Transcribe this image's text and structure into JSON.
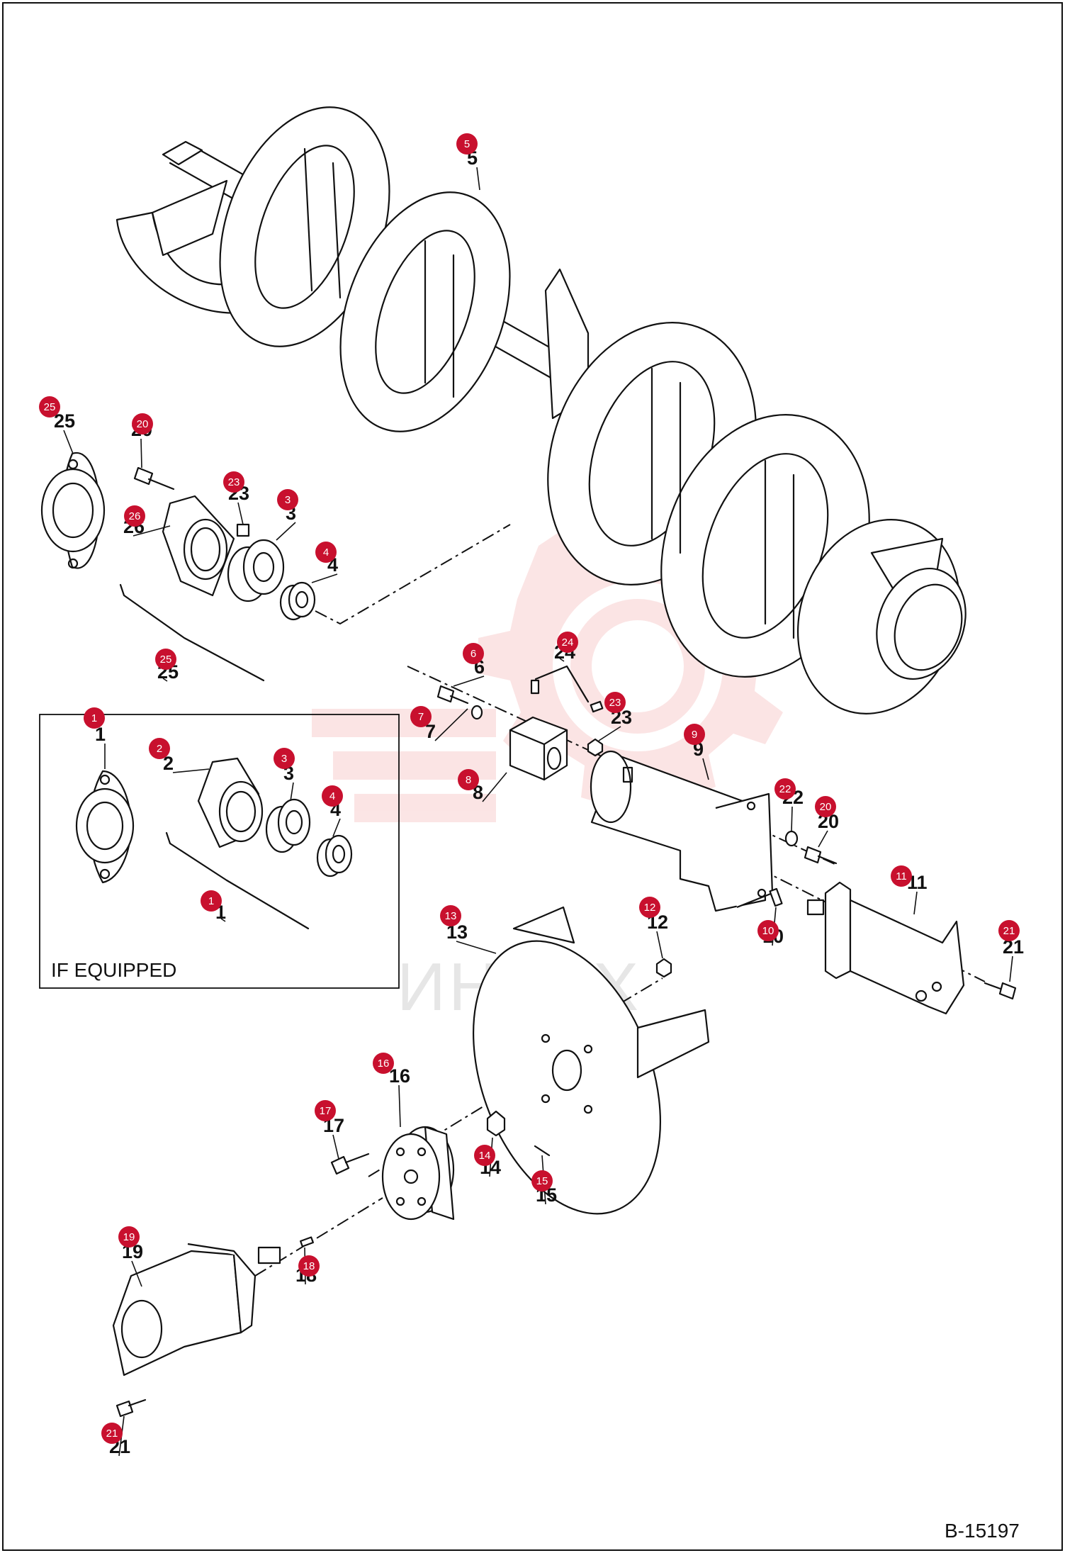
{
  "diagram": {
    "figure_id": "B-15197",
    "inset_caption": "IF EQUIPPED",
    "watermark_text": "ИНТЕХ",
    "callout_color": "#c8102e",
    "callouts": [
      {
        "id": "5"
      },
      {
        "id": "25"
      },
      {
        "id": "20"
      },
      {
        "id": "23"
      },
      {
        "id": "3"
      },
      {
        "id": "26"
      },
      {
        "id": "4"
      },
      {
        "id": "25"
      },
      {
        "id": "6"
      },
      {
        "id": "24"
      },
      {
        "id": "7"
      },
      {
        "id": "23"
      },
      {
        "id": "8"
      },
      {
        "id": "9"
      },
      {
        "id": "22"
      },
      {
        "id": "20"
      },
      {
        "id": "11"
      },
      {
        "id": "10"
      },
      {
        "id": "21"
      },
      {
        "id": "12"
      },
      {
        "id": "13"
      },
      {
        "id": "16"
      },
      {
        "id": "17"
      },
      {
        "id": "14"
      },
      {
        "id": "15"
      },
      {
        "id": "19"
      },
      {
        "id": "18"
      },
      {
        "id": "21"
      },
      {
        "id": "1"
      },
      {
        "id": "2"
      },
      {
        "id": "3"
      },
      {
        "id": "4"
      },
      {
        "id": "1"
      }
    ]
  }
}
